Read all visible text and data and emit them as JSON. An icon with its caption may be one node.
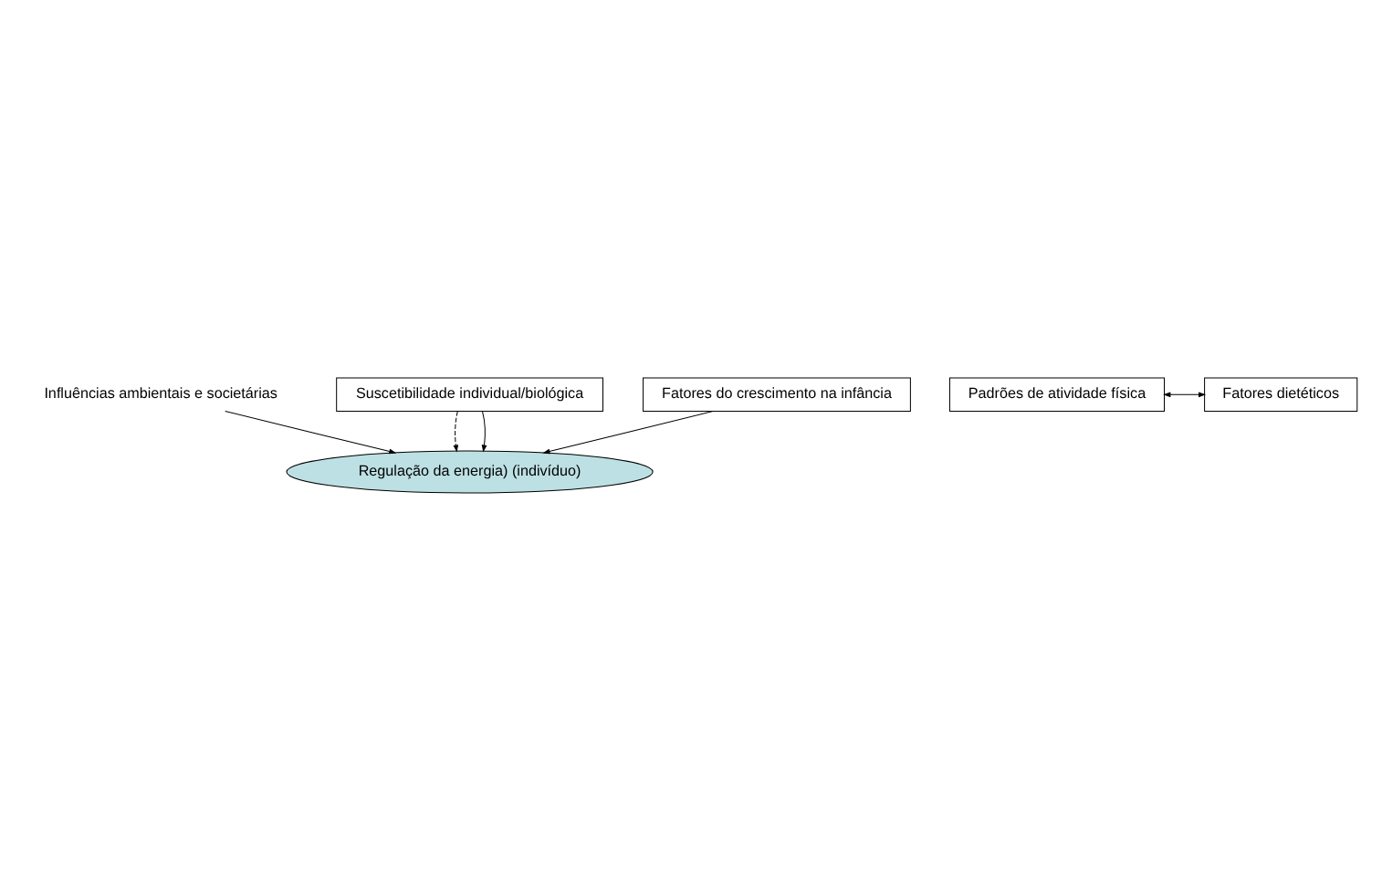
{
  "diagram": {
    "nodes": [
      {
        "text": [
          "Influências ambientais e societárias"
        ]
      },
      {
        "text": [
          "Suscetibilidade individual/biológica"
        ]
      },
      {
        "text": [
          "Padrões de atividade física"
        ]
      },
      {
        "text": [
          "Fatores dietéticos"
        ]
      },
      {
        "text": [
          "Regulação da energia) (indivíduo)"
        ]
      },
      {
        "text": [
          "Fatores do crescimento na infância"
        ]
      }
    ],
    "edges": [
      {
        "from": 0,
        "to": 4,
        "arrow": "to"
      },
      {
        "from": 1,
        "to": 4,
        "arrow": "to",
        "style": "dashed"
      },
      {
        "from": 2,
        "to": 3,
        "arrow": "both"
      },
      {
        "from": 1,
        "to": 4,
        "arrow": "to"
      },
      {
        "from": 5,
        "to": 4,
        "arrow": "to"
      }
    ]
  }
}
